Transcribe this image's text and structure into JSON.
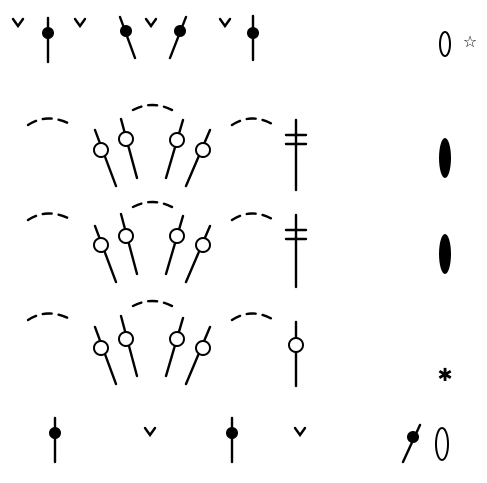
{
  "diagram": {
    "type": "crochet stitch chart",
    "background": "#ffffff",
    "ink": "#000000",
    "rows": [
      {
        "row": 1,
        "stitches": [
          "chain",
          "single-crochet",
          "chain",
          "single-crochet",
          "chain",
          "single-crochet",
          "chain",
          "single-crochet"
        ]
      },
      {
        "row": 2,
        "stitches": [
          "chain-arch",
          "puff-cluster",
          "puff-cluster",
          "chain-arch",
          "treble"
        ]
      },
      {
        "row": 3,
        "stitches": [
          "chain-arch",
          "puff-cluster",
          "puff-cluster",
          "chain-arch",
          "treble"
        ]
      },
      {
        "row": 4,
        "stitches": [
          "chain-arch",
          "puff-cluster",
          "puff-cluster",
          "chain-arch",
          "puff-stitch"
        ]
      },
      {
        "row": 5,
        "stitches": [
          "single-crochet",
          "chain",
          "single-crochet",
          "chain",
          "slip-and-open-oval"
        ]
      }
    ],
    "side_markers": [
      {
        "row": 1,
        "marker": "open-oval",
        "extra": "star-outline",
        "star_glyph": "☆"
      },
      {
        "row": 2,
        "marker": "filled-oval"
      },
      {
        "row": 3,
        "marker": "filled-oval"
      },
      {
        "row": 4,
        "marker": "star",
        "star_glyph": "✱"
      },
      {
        "row": 5,
        "marker": "open-oval"
      }
    ]
  }
}
